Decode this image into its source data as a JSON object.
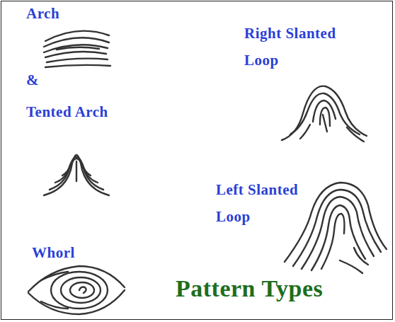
{
  "diagram": {
    "title": "Pattern Types",
    "labels": [
      "Arch",
      "&",
      "Tented Arch",
      "Right Slanted Loop",
      "Left Slanted Loop",
      "Whorl"
    ]
  }
}
